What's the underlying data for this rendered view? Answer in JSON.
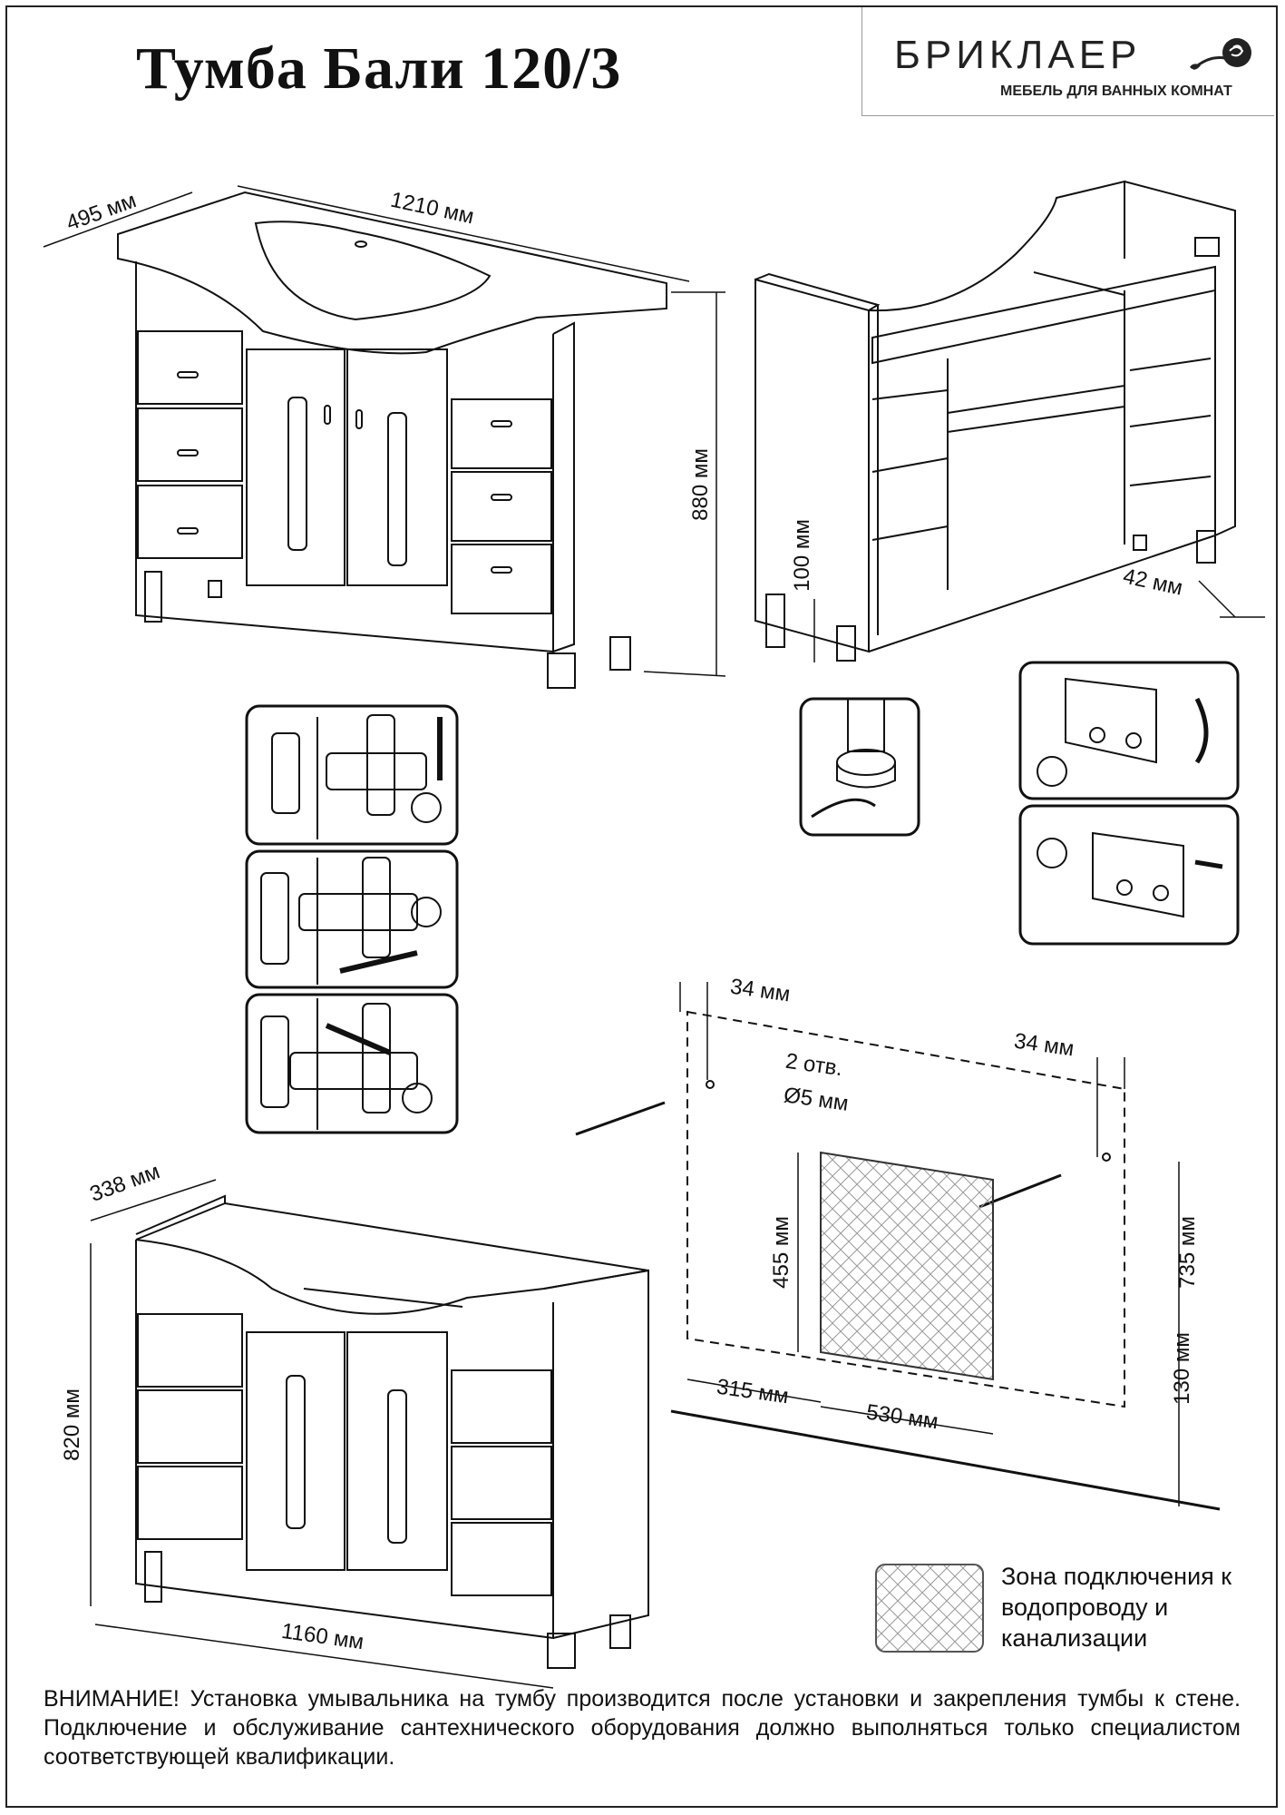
{
  "title": "Тумба Бали 120/3",
  "logo": {
    "name": "БРИКЛАЕР",
    "tagline": "МЕБЕЛЬ ДЛЯ ВАННЫХ КОМНАТ",
    "icon": "rose-icon"
  },
  "dimensions": {
    "depth_top": "495 мм",
    "width_top": "1210 мм",
    "height_total": "880 мм",
    "leg_height": "100 мм",
    "leg_offset": "42 мм",
    "depth_cabinet": "338 мм",
    "height_cabinet": "820 мм",
    "width_cabinet": "1160 мм",
    "hole_left_offset": "34 мм",
    "hole_right_offset": "34 мм",
    "holes_note_1": "2 отв.",
    "holes_note_2": "Ø5 мм",
    "zone_height": "455 мм",
    "holes_height": "735 мм",
    "zone_bottom": "130 мм",
    "zone_left": "315 мм",
    "zone_width": "530 мм"
  },
  "legend": {
    "label": "Зона подключения к водопроводу и канализации"
  },
  "warning": "ВНИМАНИЕ! Установка умывальника на тумбу производится после установки и закрепления тумбы к стене. Подключение и обслуживание сантехнического оборудования должно выполняться только специалистом соответствующей квалификации."
}
